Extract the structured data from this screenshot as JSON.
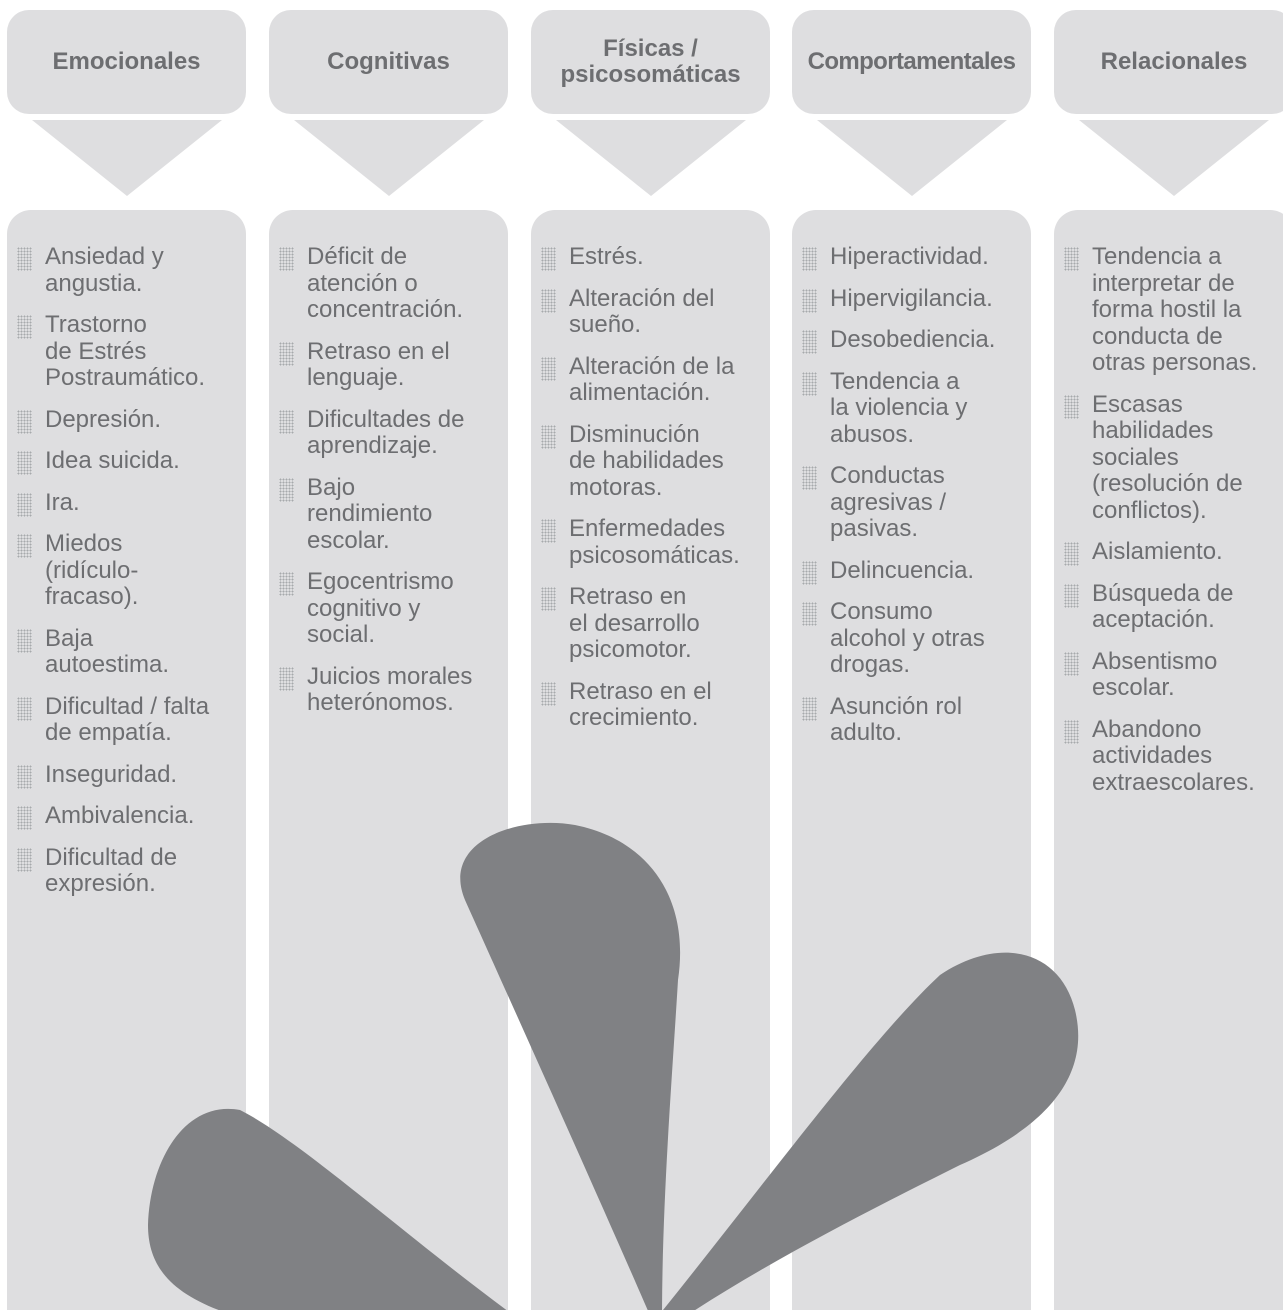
{
  "colors": {
    "panel": "#dedee0",
    "text": "#6d6e71",
    "petal": "#808184",
    "bullet": "#a7a9ac"
  },
  "columns": [
    {
      "title": "Emocionales",
      "items": [
        "Ansiedad y\nangustia.",
        "Trastorno\nde Estrés\nPostraumático.",
        "Depresión.",
        "Idea suicida.",
        "Ira.",
        "Miedos\n(ridículo-\nfracaso).",
        "Baja\nautoestima.",
        "Dificultad / falta\nde empatía.",
        "Inseguridad.",
        "Ambivalencia.",
        "Dificultad de\nexpresión."
      ]
    },
    {
      "title": "Cognitivas",
      "items": [
        "Déficit de\natención o\nconcentración.",
        "Retraso en el\nlenguaje.",
        "Dificultades de\naprendizaje.",
        "Bajo\nrendimiento\nescolar.",
        "Egocentrismo\ncognitivo y\nsocial.",
        "Juicios morales\nheterónomos."
      ]
    },
    {
      "title": "Físicas /\npsicosomáticas",
      "items": [
        "Estrés.",
        "Alteración del\nsueño.",
        "Alteración de la\nalimentación.",
        "Disminución\nde habilidades\nmotoras.",
        "Enfermedades\npsicosomáticas.",
        "Retraso en\nel desarrollo\npsicomotor.",
        "Retraso en el\ncrecimiento."
      ]
    },
    {
      "title": "Comportamentales",
      "items": [
        "Hiperactividad.",
        "Hipervigilancia.",
        "Desobediencia.",
        "Tendencia a\nla violencia y\nabusos.",
        "Conductas\nagresivas /\npasivas.",
        "Delincuencia.",
        "Consumo\nalcohol y otras\ndrogas.",
        "Asunción rol\nadulto."
      ]
    },
    {
      "title": "Relacionales",
      "items": [
        "Tendencia a\ninterpretar de\nforma hostil la\nconducta de\notras personas.",
        "Escasas\nhabilidades\nsociales\n(resolución de\nconflictos).",
        "Aislamiento.",
        "Búsqueda de\naceptación.",
        "Absentismo\nescolar.",
        "Abandono\nactividades\nextraescolares."
      ]
    }
  ]
}
